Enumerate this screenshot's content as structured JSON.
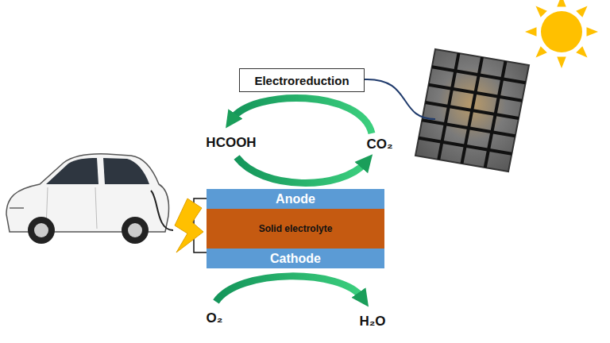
{
  "diagram": {
    "nodes": [
      {
        "text": [
          "Electroreduction"
        ]
      },
      {
        "text": [
          "Anode"
        ]
      },
      {
        "text": [
          "Solid electrolyte"
        ]
      },
      {
        "text": [
          "Cathode"
        ]
      }
    ],
    "labels": [
      "HCOOH",
      "CO₂",
      "O₂",
      "H₂O"
    ]
  }
}
